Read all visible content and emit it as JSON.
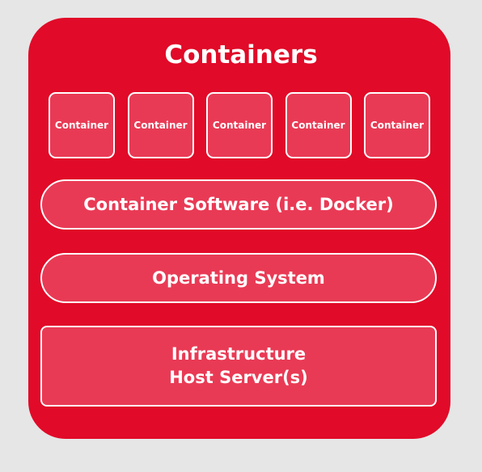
{
  "diagram": {
    "title": "Containers",
    "containers": [
      "Container",
      "Container",
      "Container",
      "Container",
      "Container"
    ],
    "layers": {
      "container_software": "Container Software (i.e. Docker)",
      "operating_system": "Operating System",
      "infrastructure_line1": "Infrastructure",
      "infrastructure_line2": "Host Server(s)"
    },
    "colors": {
      "background": "#e6e6e6",
      "panel": "#e10a28",
      "box_fill": "#e93a55",
      "border": "#ffffff",
      "text": "#ffffff"
    }
  }
}
